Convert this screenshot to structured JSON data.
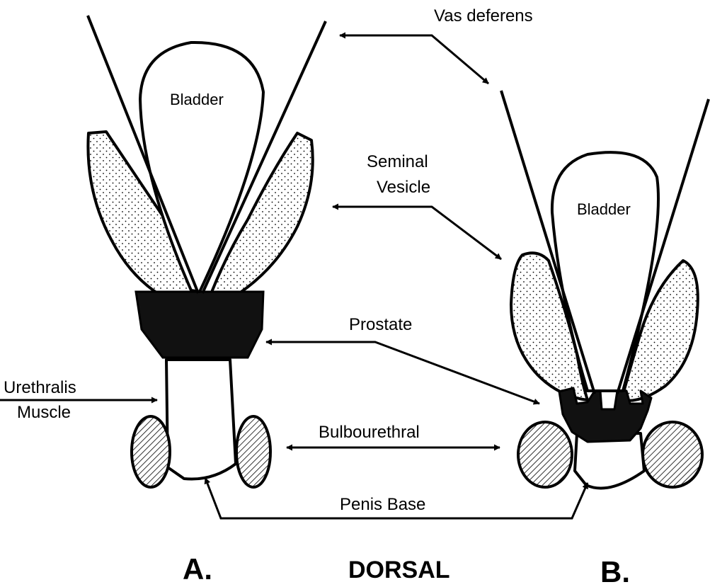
{
  "labels": {
    "vas_deferens": "Vas deferens",
    "seminal_vesicle_line1": "Seminal",
    "seminal_vesicle_line2": "Vesicle",
    "prostate": "Prostate",
    "bulbourethral": "Bulbourethral",
    "penis_base": "Penis Base",
    "urethralis_line1": "Urethralis",
    "urethralis_line2": "Muscle",
    "bladder_a": "Bladder",
    "bladder_b": "Bladder",
    "view_a": "A.",
    "view_b": "B.",
    "orientation": "DORSAL"
  },
  "colors": {
    "ink": "#000000",
    "paper": "#ffffff",
    "prostate_fill": "#111111"
  },
  "fills": {
    "seminal_vesicle": "stipple",
    "bulbourethral_gland": "diagonal-hatch",
    "prostate": "solid-black"
  }
}
